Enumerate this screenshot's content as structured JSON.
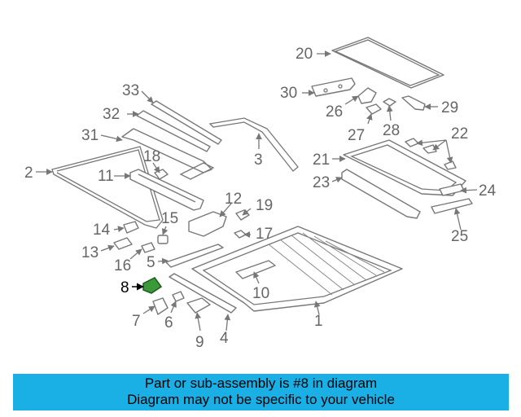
{
  "diagram": {
    "highlighted_part": "8",
    "highlight_color": "#3a9a3a",
    "callouts": [
      "1",
      "2",
      "3",
      "4",
      "5",
      "6",
      "7",
      "8",
      "9",
      "10",
      "11",
      "12",
      "13",
      "14",
      "15",
      "16",
      "17",
      "18",
      "19",
      "20",
      "21",
      "22",
      "23",
      "24",
      "25",
      "26",
      "27",
      "28",
      "29",
      "30",
      "31",
      "32",
      "33"
    ]
  },
  "banner": {
    "line1": "Part or sub-assembly is #8 in diagram",
    "line2": "Diagram may not be specific to your vehicle",
    "background": "#1ab0e6"
  }
}
